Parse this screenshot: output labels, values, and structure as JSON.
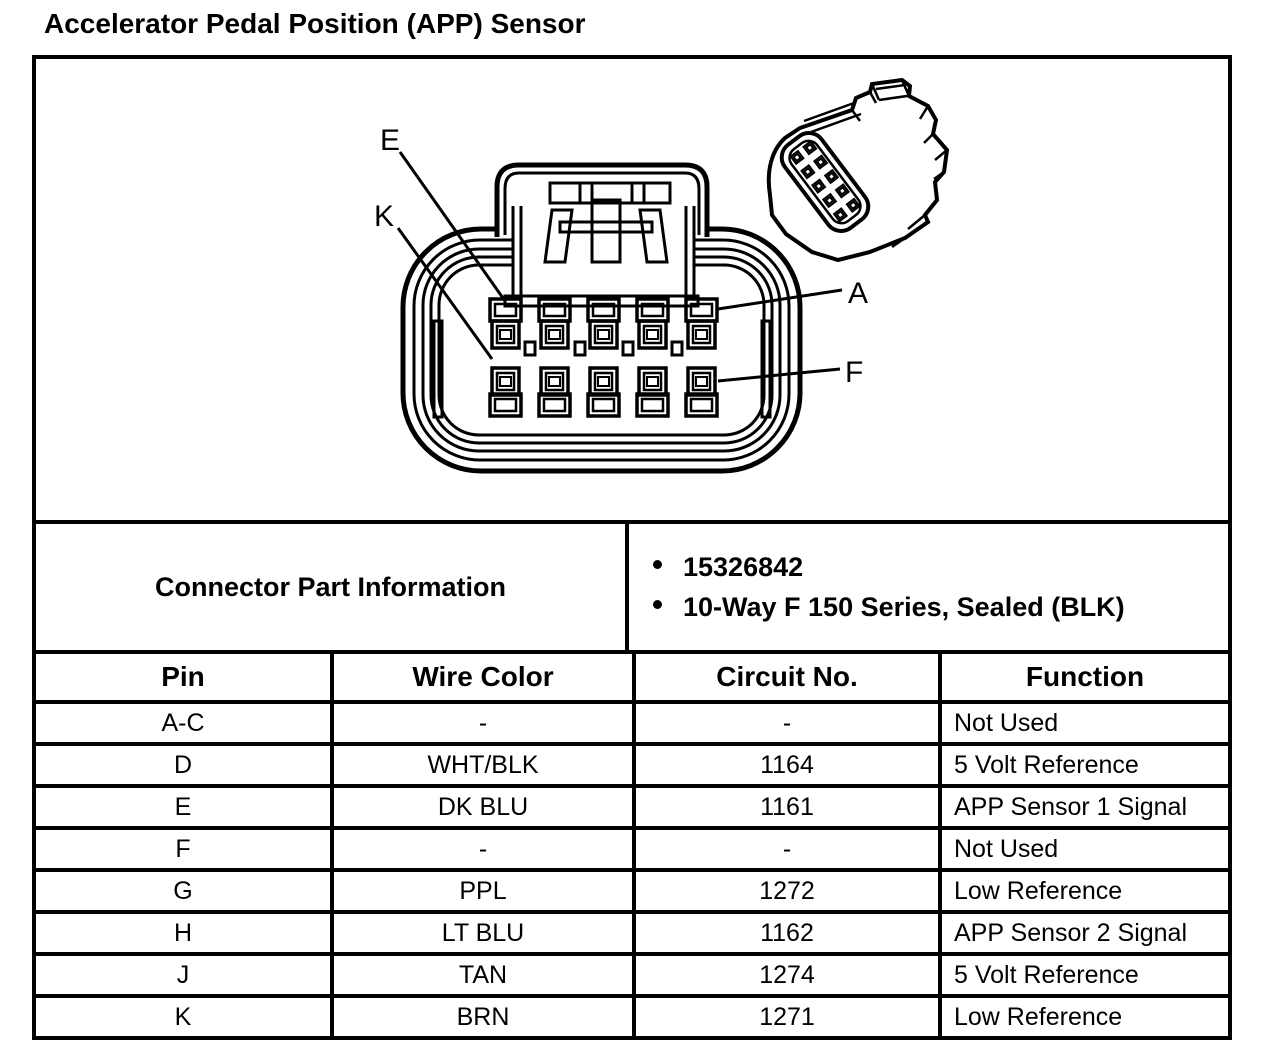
{
  "title": "Accelerator Pedal Position (APP) Sensor",
  "diagram": {
    "labels": [
      "E",
      "K",
      "A",
      "F"
    ],
    "views": [
      "connector-front-view",
      "connector-isometric-view"
    ]
  },
  "part_info": {
    "title": "Connector Part Information",
    "items": [
      "15326842",
      "10-Way F 150 Series, Sealed (BLK)"
    ]
  },
  "table": {
    "headers": [
      "Pin",
      "Wire Color",
      "Circuit No.",
      "Function"
    ],
    "rows": [
      {
        "pin": "A-C",
        "wire_color": "-",
        "circuit_no": "-",
        "function": "Not Used"
      },
      {
        "pin": "D",
        "wire_color": "WHT/BLK",
        "circuit_no": "1164",
        "function": "5 Volt Reference"
      },
      {
        "pin": "E",
        "wire_color": "DK BLU",
        "circuit_no": "1161",
        "function": "APP Sensor 1 Signal"
      },
      {
        "pin": "F",
        "wire_color": "-",
        "circuit_no": "-",
        "function": "Not Used"
      },
      {
        "pin": "G",
        "wire_color": "PPL",
        "circuit_no": "1272",
        "function": "Low Reference"
      },
      {
        "pin": "H",
        "wire_color": "LT BLU",
        "circuit_no": "1162",
        "function": "APP Sensor 2 Signal"
      },
      {
        "pin": "J",
        "wire_color": "TAN",
        "circuit_no": "1274",
        "function": "5 Volt Reference"
      },
      {
        "pin": "K",
        "wire_color": "BRN",
        "circuit_no": "1271",
        "function": "Low Reference"
      }
    ]
  },
  "colors": {
    "ink": "#000000",
    "paper": "#ffffff"
  }
}
